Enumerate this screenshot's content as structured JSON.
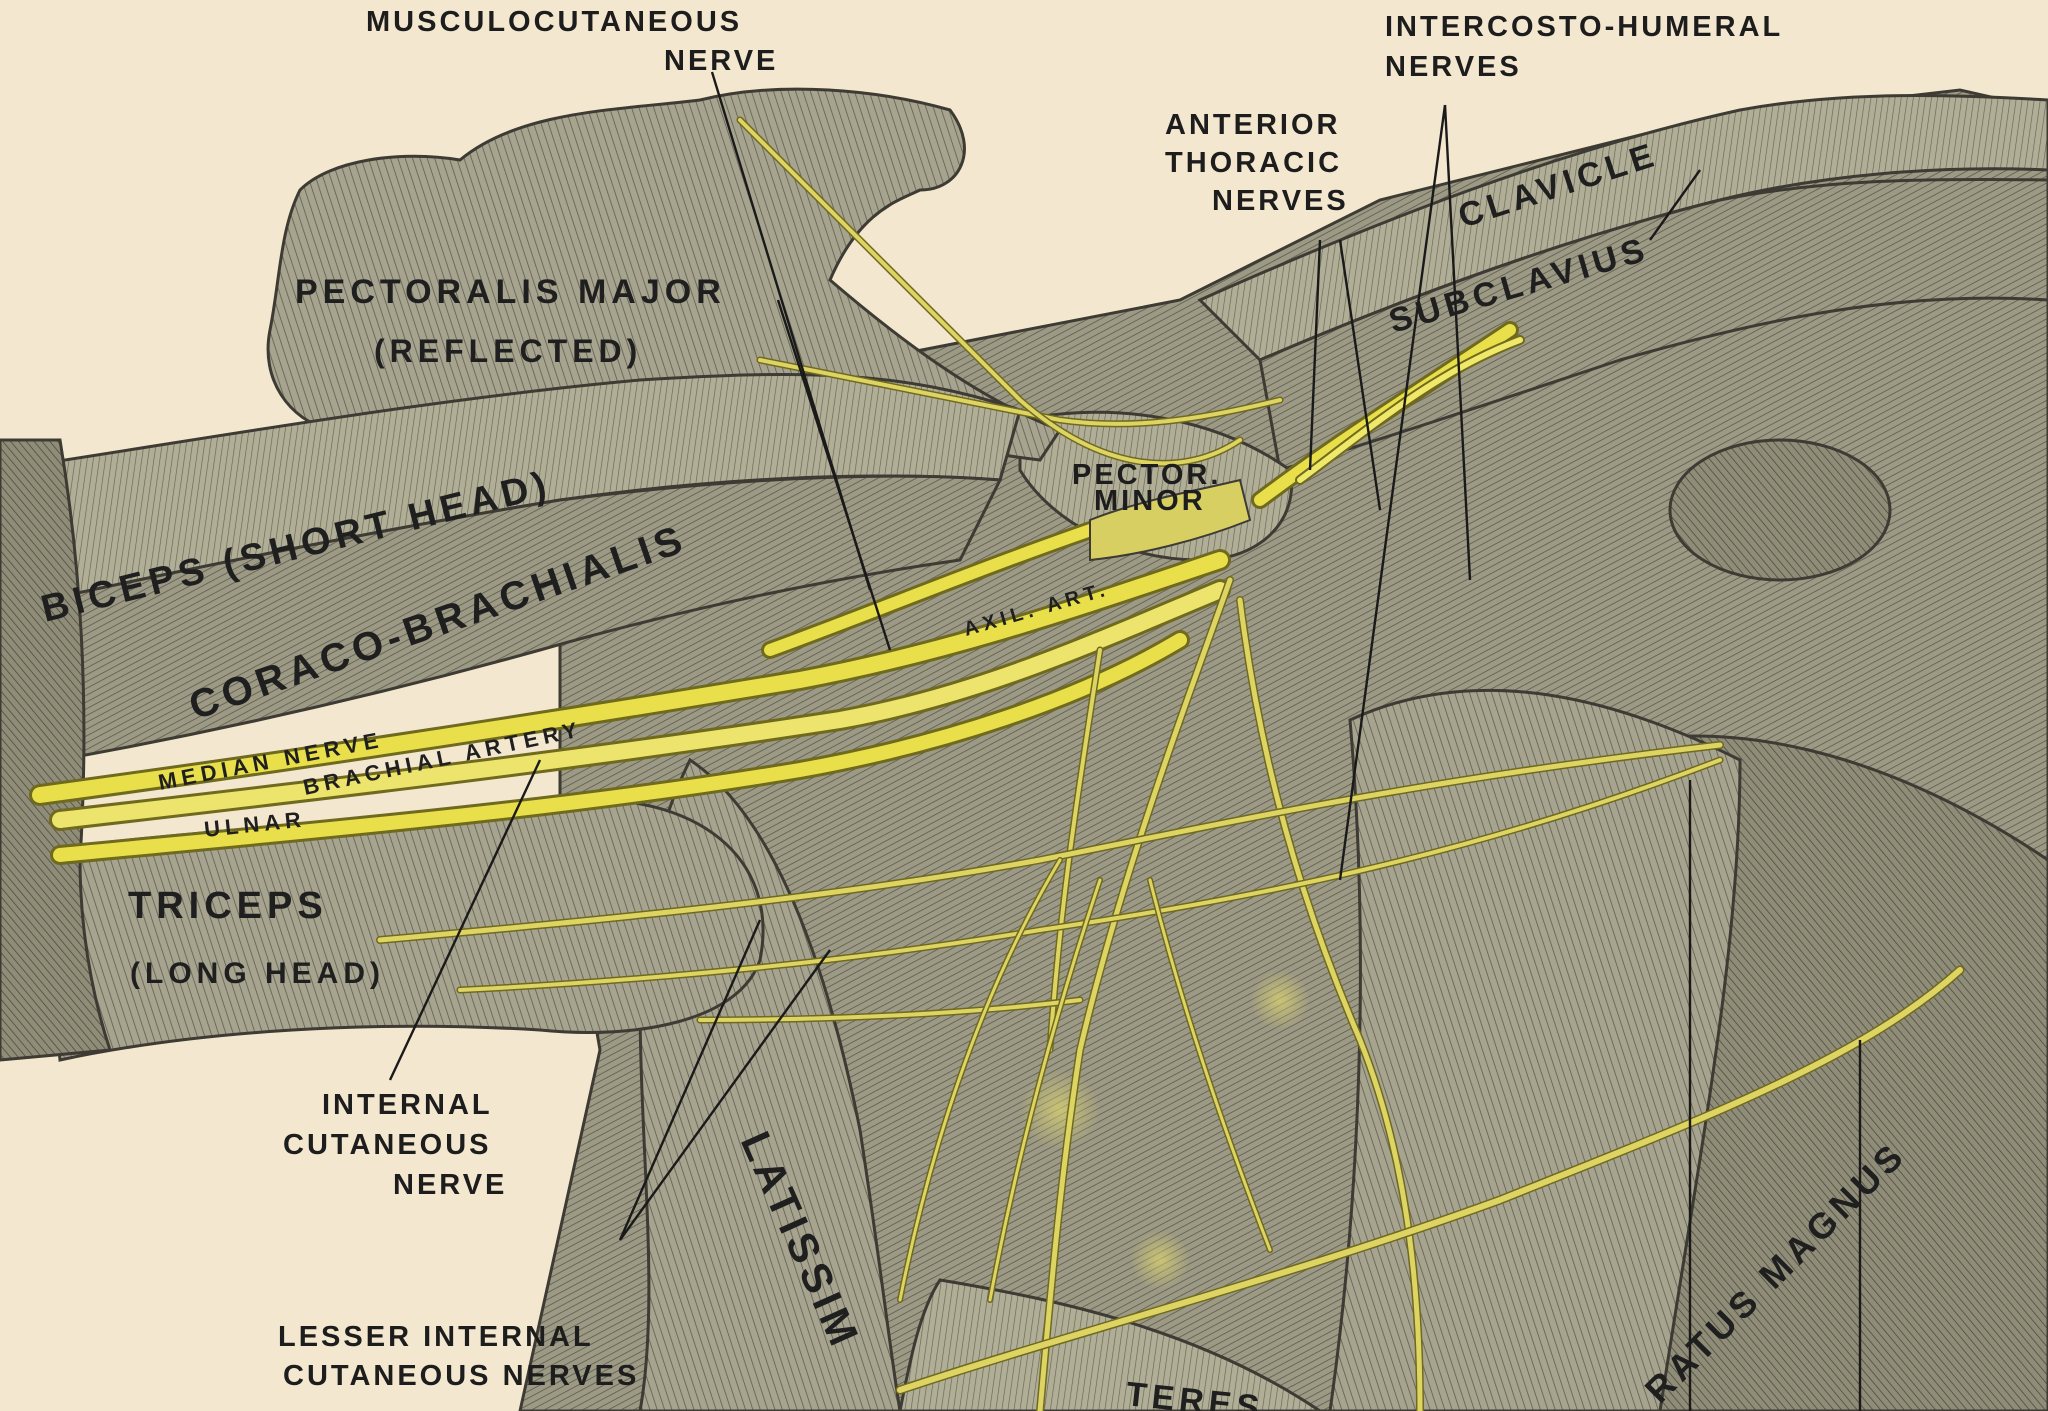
{
  "labels": {
    "musculocutaneous_1": "MUSCULOCUTANEOUS",
    "musculocutaneous_2": "NERVE",
    "intercosto_1": "INTERCOSTO-HUMERAL",
    "intercosto_2": "NERVES",
    "anterior_thoracic_1": "ANTERIOR",
    "anterior_thoracic_2": "THORACIC",
    "anterior_thoracic_3": "NERVES",
    "clavicle": "CLAVICLE",
    "subclavius": "SUBCLAVIUS",
    "pectoralis_major": "PECTORALIS MAJOR",
    "reflected": "(REFLECTED)",
    "pector_minor_1": "PECTOR.",
    "pector_minor_2": "MINOR",
    "biceps_short_head": "BICEPS (SHORT HEAD)",
    "coraco_brachialis": "CORACO-BRACHIALIS",
    "axil_art": "AXIL. ART.",
    "median_nerve": "MEDIAN NERVE",
    "brachial_artery": "BRACHIAL ARTERY",
    "ulnar": "ULNAR",
    "triceps": "TRICEPS",
    "long_head": "(LONG HEAD)",
    "internal_cutaneous_1": "INTERNAL",
    "internal_cutaneous_2": "CUTANEOUS",
    "internal_cutaneous_3": "NERVE",
    "lesser_internal_1": "LESSER INTERNAL",
    "lesser_internal_2": "CUTANEOUS NERVES",
    "latissimus": "LATISSIM",
    "teres": "TERES",
    "serratus_magnus": "RATUS MAGNUS"
  },
  "colors": {
    "background": "#f3e8cf",
    "muscle": "#9e9b86",
    "muscle_dark": "#6f6c5c",
    "nerve": "#e8df4a",
    "nerve_outline": "#6f6a1e",
    "ink": "#1d1d1d"
  }
}
